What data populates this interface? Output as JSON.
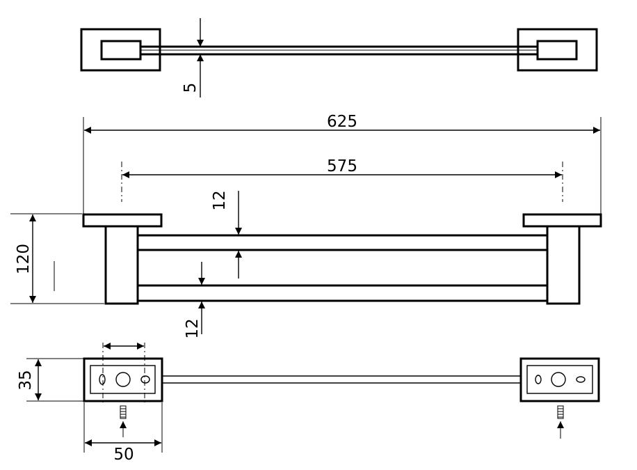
{
  "dimensions": {
    "top_gap": "5",
    "overall_length": "625",
    "fixing_centres": "575",
    "bar_thickness_top": "12",
    "bar_thickness_bottom": "12",
    "height": "120",
    "base_depth": "35",
    "base_width": "50"
  }
}
